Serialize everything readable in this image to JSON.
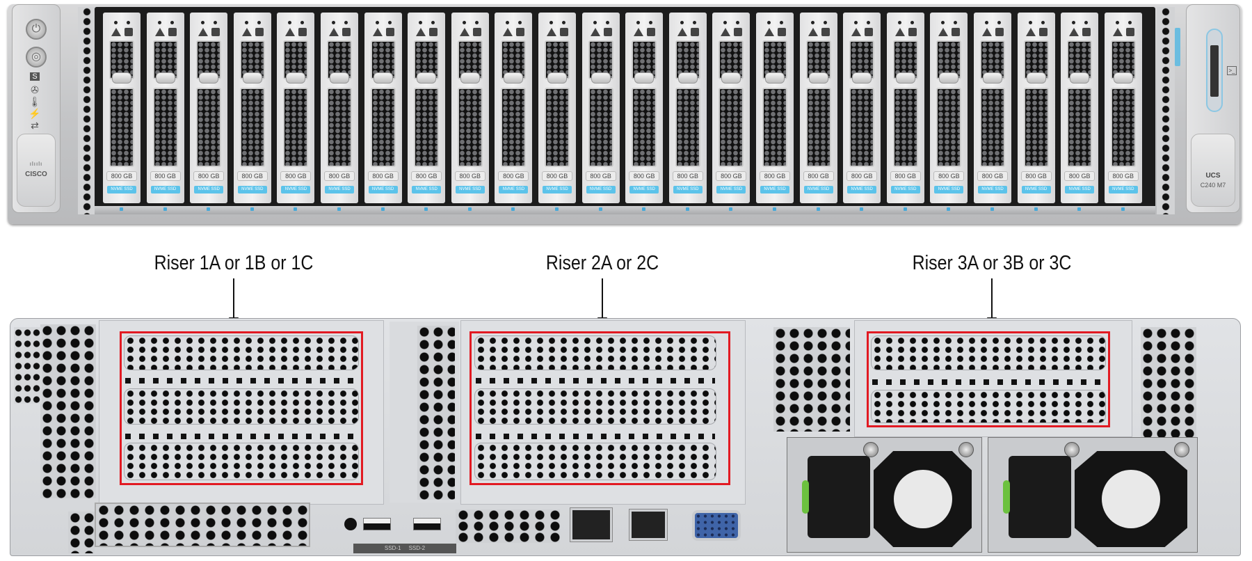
{
  "front": {
    "brand": "CISCO",
    "model_line1": "UCS",
    "model_line2": "C240 M7",
    "drive_count": 24,
    "drive": {
      "capacity": "800 GB",
      "type": "NVME SSD"
    },
    "status_icons": [
      "power-button",
      "unit-id-button",
      "system-status",
      "fan-status",
      "temperature-status",
      "power-supply-status",
      "network-link-status"
    ]
  },
  "rear": {
    "callouts": [
      {
        "label": "Riser 1A or 1B or 1C"
      },
      {
        "label": "Riser 2A or 2C"
      },
      {
        "label": "Riser 3A or 3B or 3C"
      }
    ],
    "port_labels": {
      "usb1": "SSD-1",
      "usb2": "SSD-2"
    }
  },
  "colors": {
    "highlight": "#e21a22",
    "nvme_badge": "#5cc3ea",
    "psu_latch": "#6cc13f"
  }
}
